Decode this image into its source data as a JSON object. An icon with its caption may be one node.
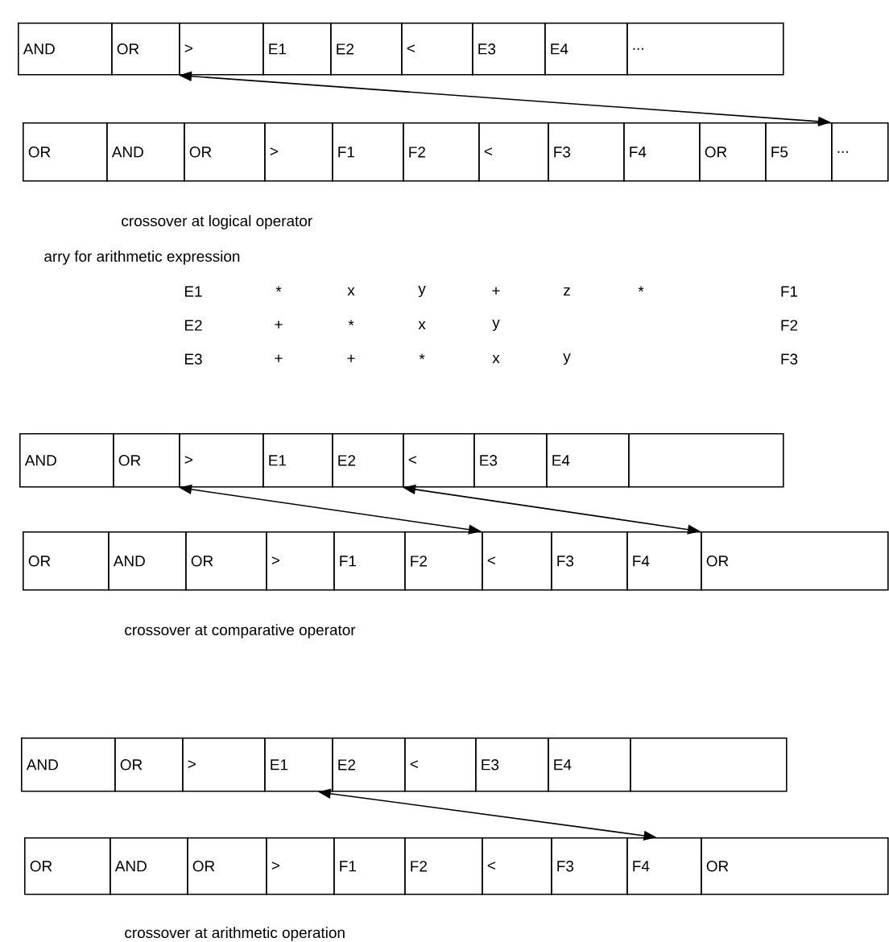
{
  "diagram": {
    "nodes": [
      {
        "text": [
          "AND"
        ]
      },
      {
        "text": [
          "OR"
        ]
      },
      {
        "text": [
          ">"
        ]
      },
      {
        "text": [
          "E1"
        ]
      },
      {
        "text": [
          "E2"
        ]
      },
      {
        "text": [
          "<"
        ]
      },
      {
        "text": [
          "E3"
        ]
      },
      {
        "text": [
          "E4"
        ]
      },
      {
        "text": [
          "..."
        ]
      },
      {
        "text": [
          "OR"
        ]
      },
      {
        "text": [
          "AND"
        ]
      },
      {
        "text": [
          "OR"
        ]
      },
      {
        "text": [
          ">"
        ]
      },
      {
        "text": [
          "F1"
        ]
      },
      {
        "text": [
          "F2"
        ]
      },
      {
        "text": [
          "<"
        ]
      },
      {
        "text": [
          "F3"
        ]
      },
      {
        "text": [
          "F4"
        ]
      },
      {
        "text": [
          "OR"
        ]
      },
      {
        "text": [
          "F5"
        ]
      },
      {
        "text": [
          "..."
        ]
      },
      {
        "text": [
          "AND"
        ]
      },
      {
        "text": [
          "OR"
        ]
      },
      {
        "text": [
          ">"
        ]
      },
      {
        "text": [
          "E1"
        ]
      },
      {
        "text": [
          "E2"
        ]
      },
      {
        "text": [
          "<"
        ]
      },
      {
        "text": [
          "E3"
        ]
      },
      {
        "text": [
          "E4"
        ]
      },
      {
        "text": [],
        "shape": "box"
      },
      {
        "text": [
          "OR"
        ]
      },
      {
        "text": [
          "AND"
        ]
      },
      {
        "text": [
          "OR"
        ]
      },
      {
        "text": [
          ">"
        ]
      },
      {
        "text": [
          "F1"
        ]
      },
      {
        "text": [
          "F2"
        ]
      },
      {
        "text": [
          "<"
        ]
      },
      {
        "text": [
          "F3"
        ]
      },
      {
        "text": [
          "F4"
        ]
      },
      {
        "text": [
          "OR"
        ]
      },
      {
        "text": [
          "AND"
        ]
      },
      {
        "text": [
          "OR"
        ]
      },
      {
        "text": [
          ">"
        ]
      },
      {
        "text": [
          "E1"
        ]
      },
      {
        "text": [
          "E2"
        ]
      },
      {
        "text": [
          "<"
        ]
      },
      {
        "text": [
          "E3"
        ]
      },
      {
        "text": [
          "E4"
        ]
      },
      {
        "text": [],
        "shape": "box"
      },
      {
        "text": [
          "OR"
        ]
      },
      {
        "text": [
          "AND"
        ]
      },
      {
        "text": [
          "OR"
        ]
      },
      {
        "text": [
          ">"
        ]
      },
      {
        "text": [
          "F1"
        ]
      },
      {
        "text": [
          "F2"
        ]
      },
      {
        "text": [
          "<"
        ]
      },
      {
        "text": [
          "F3"
        ]
      },
      {
        "text": [
          "F4"
        ]
      },
      {
        "text": [
          "OR"
        ]
      }
    ],
    "edges": [
      {
        "from": 2,
        "to": 20,
        "arrow": "both"
      },
      {
        "from": 23,
        "to": 36,
        "arrow": "both"
      },
      {
        "from": 26,
        "to": 39,
        "arrow": "both"
      },
      {
        "from": 43,
        "to": 57,
        "arrow": "both"
      }
    ],
    "labels": [
      "crossover at logical operator",
      "arry for arithmetic expression",
      "E1",
      "*",
      "x",
      "y",
      "+",
      "z",
      "*",
      "F1",
      "E2",
      "+",
      "*",
      "x",
      "y",
      "F2",
      "E3",
      "+",
      "+",
      "*",
      "x",
      "y",
      "F3",
      "crossover at comparative operator",
      "crossover at arithmetic operation"
    ]
  }
}
